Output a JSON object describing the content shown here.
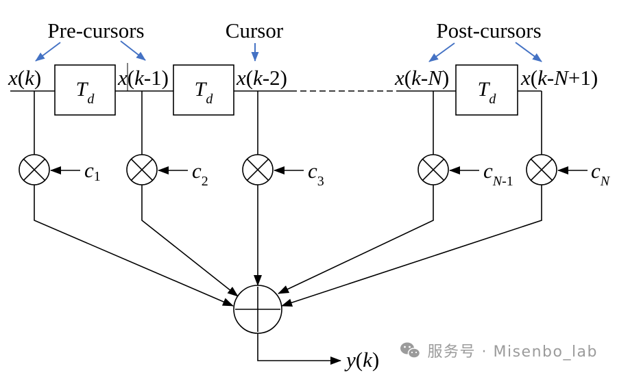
{
  "annotations": {
    "pre_cursors": "Pre-cursors",
    "cursor": "Cursor",
    "post_cursors": "Post-cursors"
  },
  "delay_line": {
    "signals": [
      "x(k)",
      "x(k-1)",
      "x(k-2)",
      "x(k-N)",
      "x(k-N+1)"
    ],
    "delay_blocks": [
      {
        "base": "T",
        "sub": "d"
      },
      {
        "base": "T",
        "sub": "d"
      },
      {
        "base": "T",
        "sub": "d"
      }
    ]
  },
  "coefficients": [
    {
      "base": "c",
      "sub": "1"
    },
    {
      "base": "c",
      "sub": "2"
    },
    {
      "base": "c",
      "sub": "3"
    },
    {
      "base": "c",
      "sub": "N-1"
    },
    {
      "base": "c",
      "sub": "N"
    }
  ],
  "output": {
    "label": "y(k)"
  },
  "watermark": {
    "icon": "wechat-icon",
    "text": "服务号 · Misenbo_lab"
  },
  "colors": {
    "annotation_arrow": "#4472C4",
    "wire": "#000000",
    "watermark": "#9b9b9b",
    "background": "#ffffff"
  }
}
